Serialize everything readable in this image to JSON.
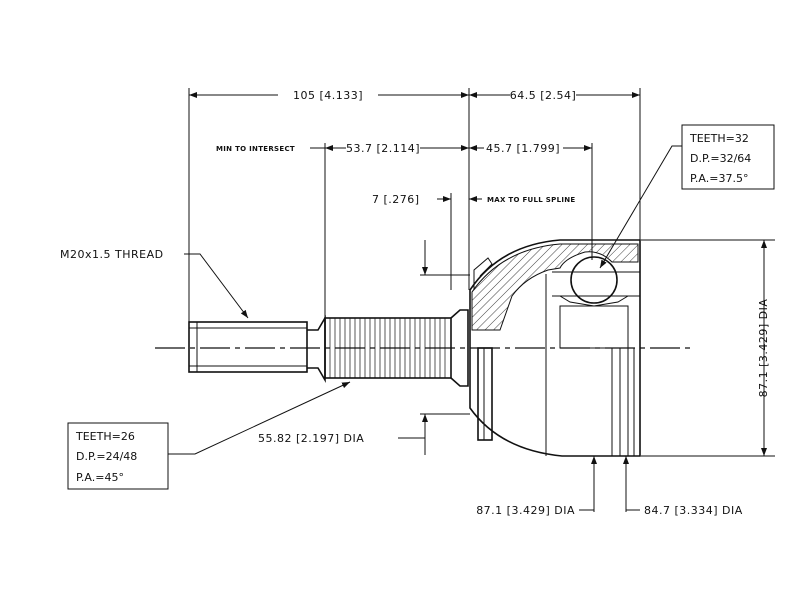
{
  "dimensions": {
    "overall_left": "105 [4.133]",
    "overall_right": "64.5 [2.54]",
    "min_to_intersect": "MIN TO INTERSECT",
    "intersect_left": "53.7 [2.114]",
    "intersect_right": "45.7 [1.799]",
    "spline_offset": "7 [.276]",
    "max_to_full_spline": "MAX TO FULL SPLINE",
    "thread": "M20x1.5 THREAD",
    "shaft_dia": "55.82 [2.197] DIA",
    "bell_height_dia": "87.1 [3.429] DIA",
    "bell_outer_dia": "87.1 [3.429] DIA",
    "inner_dia": "84.7 [3.334] DIA"
  },
  "spec_boxes": {
    "outer": {
      "teeth": "TEETH=32",
      "dp": "D.P.=32/64",
      "pa": "P.A.=37.5°"
    },
    "shaft": {
      "teeth": "TEETH=26",
      "dp": "D.P.=24/48",
      "pa": "P.A.=45°"
    }
  }
}
